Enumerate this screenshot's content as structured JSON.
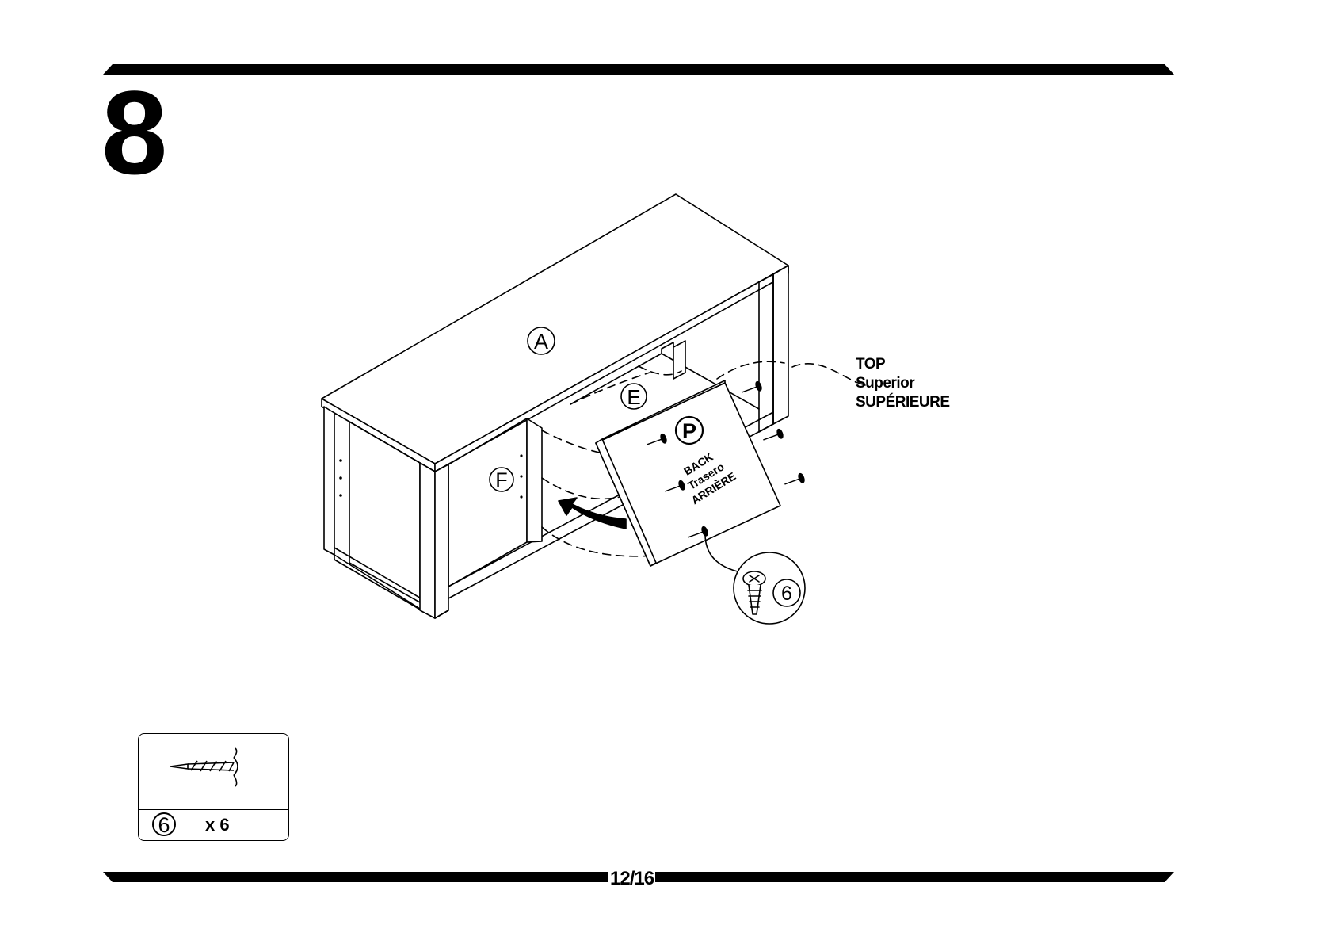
{
  "step": {
    "number": "8"
  },
  "parts": {
    "top": "A",
    "shelf": "E",
    "divider": "F",
    "back_panel": "P",
    "hardware_callout": "6"
  },
  "back_panel_label": {
    "line1": "BACK",
    "line2": "Trasero",
    "line3": "ARRIÈRE"
  },
  "orientation_label": {
    "line1": "TOP",
    "line2": "Superior",
    "line3": "SUPÉRIEURE"
  },
  "hardware": {
    "id": "6",
    "quantity": "x 6"
  },
  "page": {
    "number": "12/16"
  },
  "colors": {
    "ink": "#000000",
    "paper": "#ffffff"
  },
  "icons": [
    "screw-icon",
    "curved-arrow-icon",
    "magnifier-callout-icon"
  ]
}
